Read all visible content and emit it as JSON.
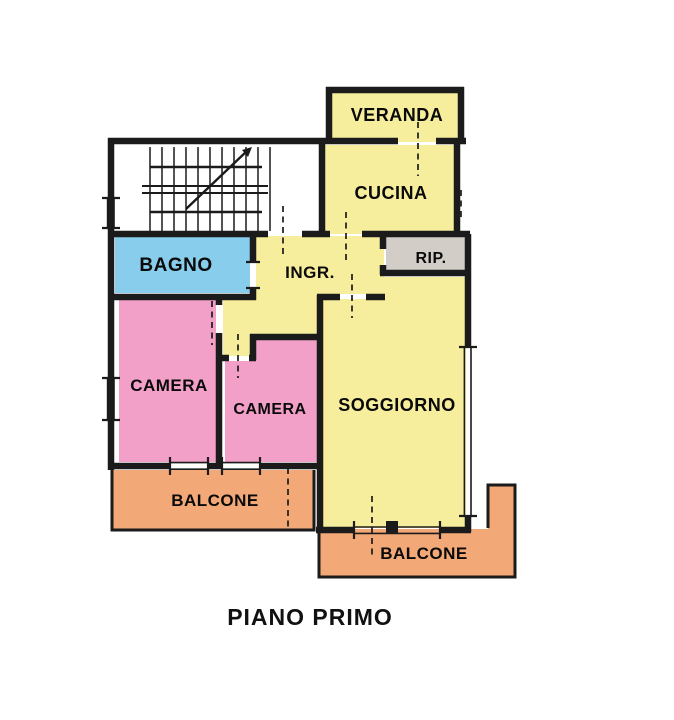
{
  "title": "PIANO PRIMO",
  "plan": {
    "wall_color": "#1b1b1b",
    "window_color": "#1b1b1b",
    "rooms": [
      {
        "id": "veranda",
        "label": "VERANDA",
        "color": "#f6ee9c"
      },
      {
        "id": "cucina",
        "label": "CUCINA",
        "color": "#f6ee9c"
      },
      {
        "id": "rip",
        "label": "RIP.",
        "color": "#d2cec7"
      },
      {
        "id": "ingresso",
        "label": "INGR.",
        "color": "#f6ee9c"
      },
      {
        "id": "bagno",
        "label": "BAGNO",
        "color": "#89cdec"
      },
      {
        "id": "camera-1",
        "label": "CAMERA",
        "color": "#f2a0c8"
      },
      {
        "id": "camera-2",
        "label": "CAMERA",
        "color": "#f2a0c8"
      },
      {
        "id": "soggiorno",
        "label": "SOGGIORNO",
        "color": "#f6ee9c"
      },
      {
        "id": "balcone-1",
        "label": "BALCONE",
        "color": "#f3a877"
      },
      {
        "id": "balcone-2",
        "label": "BALCONE",
        "color": "#f3a877"
      }
    ],
    "features": [
      {
        "id": "staircase",
        "name": "stairs-with-up-arrow"
      }
    ]
  }
}
